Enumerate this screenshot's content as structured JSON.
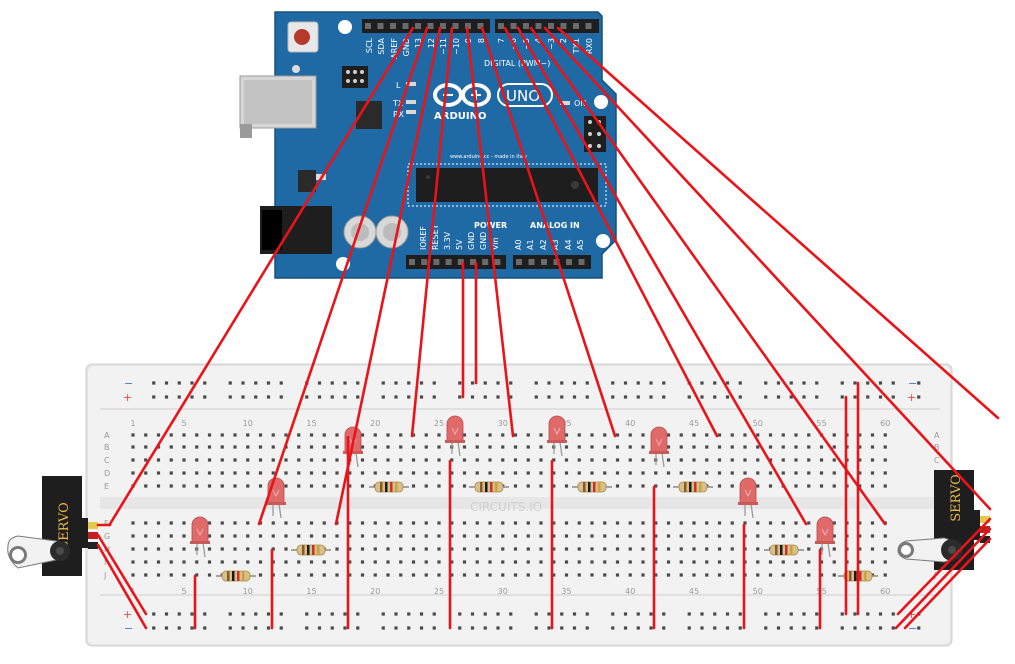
{
  "arduino": {
    "brand": "ARDUINO",
    "model": "UNO",
    "on_label": "ON",
    "tx_label": "TX",
    "rx_label": "RX",
    "l_label": "L",
    "digital_label": "DIGITAL (PWM~)",
    "power_label": "POWER",
    "analog_label": "ANALOG IN",
    "website": "www.arduino.cc - made in Italy",
    "digital_pins": [
      "SCL",
      "SDA",
      "AREF",
      "GND",
      "13",
      "12",
      "~11",
      "~10",
      "~9",
      "8",
      "7",
      "~6",
      "~5",
      "4",
      "~3",
      "2",
      "TX1",
      "RX0"
    ],
    "power_pins": [
      "IOREF",
      "RESET",
      "3.3V",
      "5V",
      "GND",
      "GND",
      "Vin"
    ],
    "analog_pins": [
      "A0",
      "A1",
      "A2",
      "A3",
      "A4",
      "A5"
    ]
  },
  "breadboard": {
    "watermark": "CIRCUITS.IO",
    "rail_minus": "−",
    "rail_plus": "+",
    "row_letters_top": [
      "A",
      "B",
      "C",
      "D",
      "E"
    ],
    "row_letters_bottom": [
      "F",
      "G",
      "H",
      "I",
      "J"
    ],
    "column_numbers": [
      "1",
      "5",
      "10",
      "15",
      "20",
      "25",
      "30",
      "35",
      "40",
      "45",
      "50",
      "55",
      "60"
    ]
  },
  "servos": [
    {
      "label": "SERVO"
    },
    {
      "label": "SERVO"
    }
  ],
  "colors": {
    "wire": "#e8141a",
    "board": "#1f6aa5",
    "breadboard": "#f2f2f2",
    "led": "#e06a6a",
    "servo_body": "#1e1e1e",
    "servo_label": "#e9b84a"
  }
}
